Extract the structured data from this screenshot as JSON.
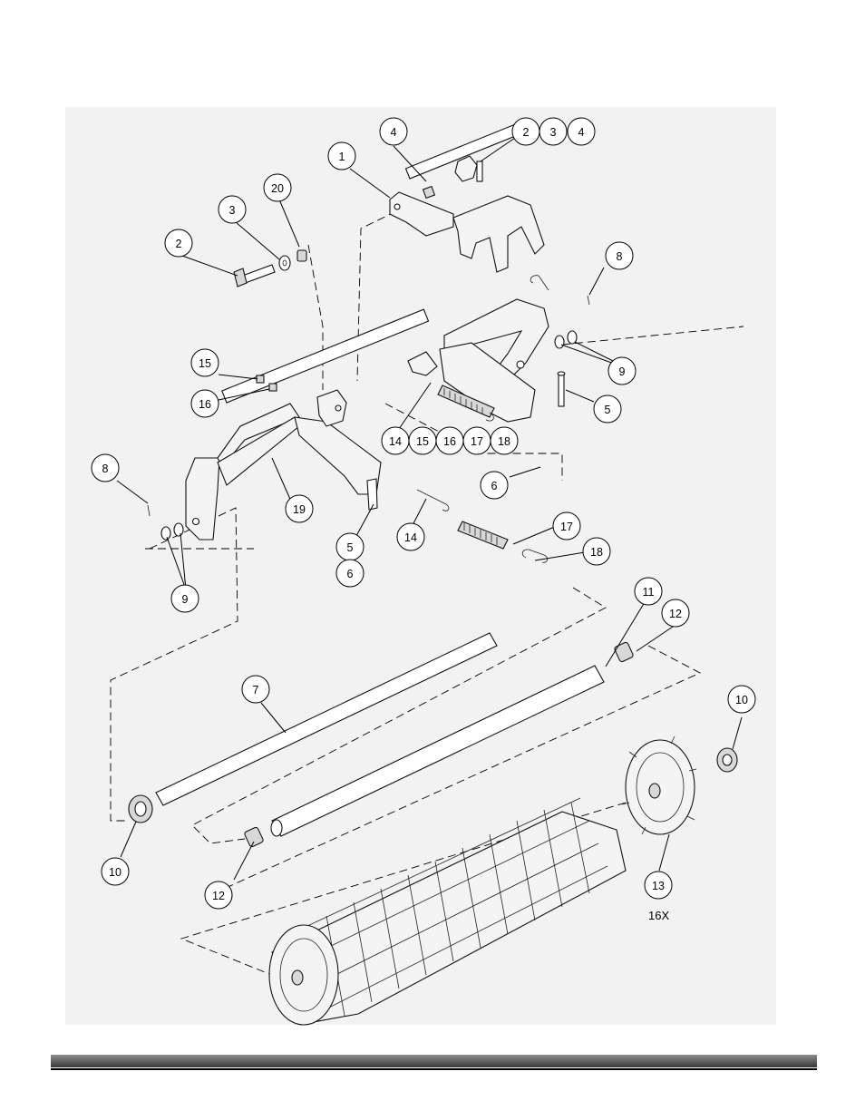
{
  "callouts": [
    {
      "id": "c1",
      "label": "1"
    },
    {
      "id": "c2a",
      "label": "2"
    },
    {
      "id": "c2b",
      "label": "2"
    },
    {
      "id": "c3a",
      "label": "3"
    },
    {
      "id": "c3b",
      "label": "3"
    },
    {
      "id": "c4a",
      "label": "4"
    },
    {
      "id": "c4b",
      "label": "4"
    },
    {
      "id": "c20",
      "label": "20"
    },
    {
      "id": "c8a",
      "label": "8"
    },
    {
      "id": "c8b",
      "label": "8"
    },
    {
      "id": "c9a",
      "label": "9"
    },
    {
      "id": "c9b",
      "label": "9"
    },
    {
      "id": "c15a",
      "label": "15"
    },
    {
      "id": "c16a",
      "label": "16"
    },
    {
      "id": "c5a",
      "label": "5"
    },
    {
      "id": "c5b",
      "label": "5"
    },
    {
      "id": "c6a",
      "label": "6"
    },
    {
      "id": "c6b",
      "label": "6"
    },
    {
      "id": "c14a",
      "label": "14"
    },
    {
      "id": "c15b",
      "label": "15"
    },
    {
      "id": "c16b",
      "label": "16"
    },
    {
      "id": "c17a",
      "label": "17"
    },
    {
      "id": "c18a",
      "label": "18"
    },
    {
      "id": "c19",
      "label": "19"
    },
    {
      "id": "c14b",
      "label": "14"
    },
    {
      "id": "c17b",
      "label": "17"
    },
    {
      "id": "c18b",
      "label": "18"
    },
    {
      "id": "c11",
      "label": "11"
    },
    {
      "id": "c12a",
      "label": "12"
    },
    {
      "id": "c12b",
      "label": "12"
    },
    {
      "id": "c7",
      "label": "7"
    },
    {
      "id": "c10a",
      "label": "10"
    },
    {
      "id": "c10b",
      "label": "10"
    },
    {
      "id": "c13",
      "label": "13"
    }
  ],
  "quantity_note": "16X"
}
